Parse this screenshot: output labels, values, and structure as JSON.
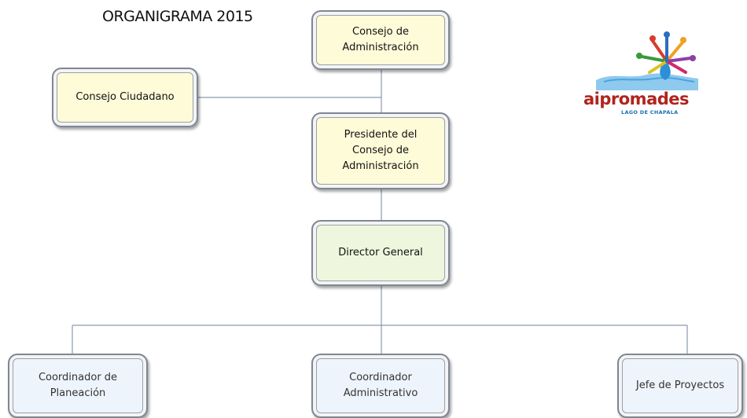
{
  "title": "ORGANIGRAMA 2015",
  "logo": {
    "name": "aipromades",
    "subtitle": "LAGO DE CHAPALA",
    "icon": "water-people-logo-icon"
  },
  "boxes": {
    "consejo_admin": "Consejo de Administración",
    "consejo_ciudadano": "Consejo Ciudadano",
    "presidente": "Presidente del Consejo de Administración",
    "director": "Director General",
    "coord_planeacion": "Coordinador de Planeación",
    "coord_admin": "Coordinador Administrativo",
    "jefe_proyectos": "Jefe de Proyectos"
  },
  "colors": {
    "yellow": "#fdfbd8",
    "green": "#eef7dd",
    "blue": "#eef4fb",
    "line": "#8a9ab0"
  }
}
